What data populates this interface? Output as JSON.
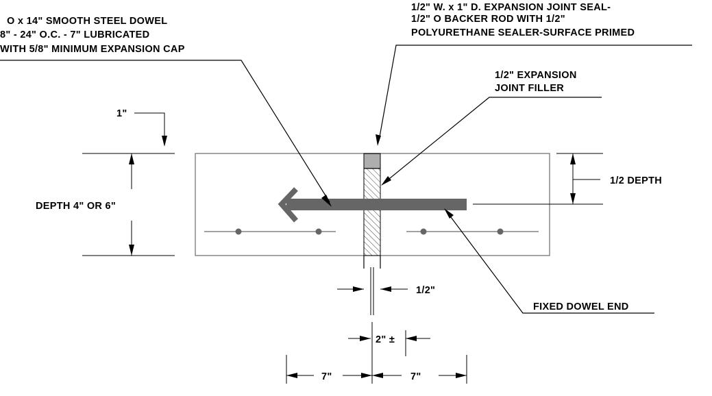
{
  "notes": {
    "dowel": [
      "O x 14\" SMOOTH STEEL DOWEL",
      "8\" - 24\" O.C. - 7\" LUBRICATED",
      "WITH 5/8\" MINIMUM EXPANSION CAP"
    ],
    "seal": [
      "1/2\" W. x 1\" D. EXPANSION JOINT SEAL-",
      "1/2\" O  BACKER ROD WITH 1/2\"",
      "POLYURETHANE SEALER-SURFACE PRIMED"
    ],
    "filler": [
      "1/2\" EXPANSION",
      "JOINT FILLER"
    ],
    "fixed_end": "FIXED DOWEL END"
  },
  "dimensions": {
    "top_offset": "1\"",
    "depth": "DEPTH 4\" OR 6\"",
    "half_depth": "1/2  DEPTH",
    "joint_width": "1/2\"",
    "tolerance": "2\" ±",
    "left_embed": "7\"",
    "right_embed": "7\""
  },
  "colors": {
    "line": "#000000",
    "concrete": "#6b6b6b",
    "dowel": "#666666",
    "hatch": "#333333"
  }
}
